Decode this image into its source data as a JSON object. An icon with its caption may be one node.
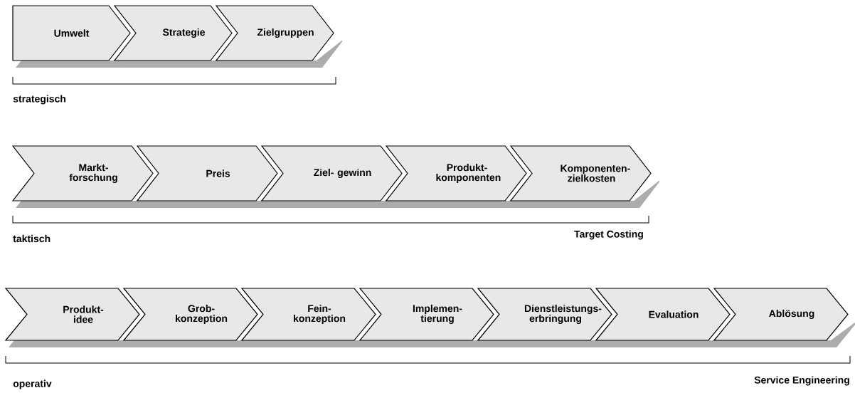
{
  "diagram": {
    "nodes": [
      {
        "text": [
          "Umwelt"
        ]
      },
      {
        "text": [
          "Strategie"
        ]
      },
      {
        "text": [
          "Zielgruppen"
        ]
      },
      {
        "text": [
          "Markt- forschung"
        ]
      },
      {
        "text": [
          "Preis"
        ]
      },
      {
        "text": [
          "Ziel- gewinn"
        ]
      },
      {
        "text": [
          "Produkt- komponenten"
        ]
      },
      {
        "text": [
          "Komponenten- zielkosten"
        ]
      },
      {
        "text": [
          "Produkt- idee"
        ]
      },
      {
        "text": [
          "Grob- konzeption"
        ]
      },
      {
        "text": [
          "Fein- konzeption"
        ]
      },
      {
        "text": [
          "Implemen- tierung"
        ]
      },
      {
        "text": [
          "Dienstleistungs- erbringung"
        ]
      },
      {
        "text": [
          "Evaluation"
        ]
      },
      {
        "text": [
          "Ablösung"
        ]
      }
    ],
    "edges": [],
    "labels": [
      "strategisch",
      "taktisch",
      "Target Costing",
      "operativ",
      "Service Engineering"
    ]
  }
}
